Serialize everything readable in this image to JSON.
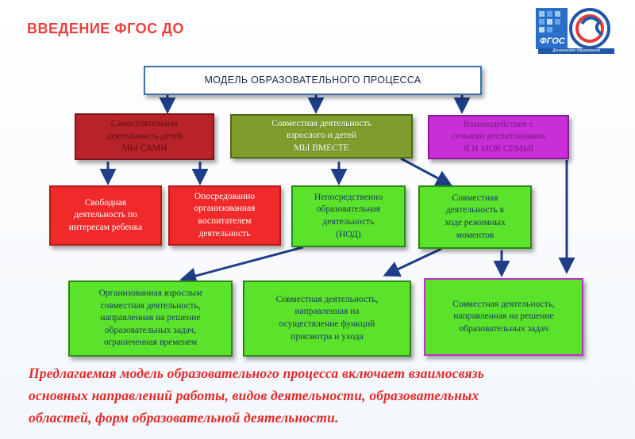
{
  "slide": {
    "title": "ВВЕДЕНИЕ ФГОС ДО"
  },
  "logo": {
    "name": "ФГОС",
    "caption": "Дошкольное образование"
  },
  "diagram": {
    "root": "МОДЕЛЬ ОБРАЗОВАТЕЛЬНОГО ПРОЦЕССА",
    "level1": {
      "independent": {
        "line1": "Самостоятельная",
        "line2": "деятельность детей",
        "line3": "МЫ САМИ"
      },
      "joint": {
        "line1": "Совместная деятельность",
        "line2": "взрослого и детей",
        "line3": "МЫ ВМЕСТЕ"
      },
      "family": {
        "line1": "Взаимодействие с",
        "line2": "семьями воспитанников",
        "line3": "Я И МОЯ СЕМЬЯ"
      }
    },
    "level2": {
      "free": {
        "line1": "Свободная",
        "line2": "деятельность по",
        "line3": "интересам ребенка"
      },
      "mediated": {
        "line1": "Опосредованно",
        "line2": "организованная",
        "line3": "воспитателем",
        "line4": "деятельность"
      },
      "direct": {
        "line1": "Непосредственно",
        "line2": "образовательная",
        "line3": "деятельность",
        "line4": "(НОД)"
      },
      "routine": {
        "line1": "Совместная",
        "line2": "деятельность в",
        "line3": "ходе режимных",
        "line4": "моментов"
      }
    },
    "level3": {
      "organized": {
        "line1": "Организованная взрослым",
        "line2": "совместная деятельность,",
        "line3": "направленная на решение",
        "line4": "образовательных задач,",
        "line5": "ограниченная временем"
      },
      "care": {
        "line1": "Совместная деятельность,",
        "line2": "направленная на",
        "line3": "осуществление функций",
        "line4": "присмотра и ухода"
      },
      "tasks": {
        "line1": "Совместная деятельность,",
        "line2": "направленная на решение",
        "line3": "образовательных задач"
      }
    }
  },
  "caption": {
    "line1": "Предлагаемая модель образовательного процесса включает взаимосвязь",
    "line2": "основных направлений работы, видов деятельности, образовательных",
    "line3": "областей, форм образовательной деятельности."
  },
  "colors": {
    "title_red": "#e8413c",
    "arrow_blue": "#1f3e8a",
    "level1_red": "#b8232a",
    "level1_olive": "#7f9d2c",
    "level1_magenta": "#c92fd6",
    "level2_red": "#f02a2a",
    "level2_green": "#5be22b"
  }
}
